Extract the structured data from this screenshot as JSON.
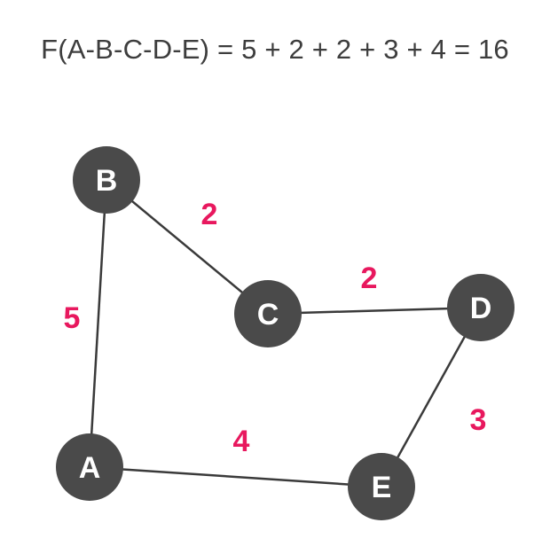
{
  "formula": "F(A-B-C-D-E) = 5 + 2 + 2 + 3 + 4 = 16",
  "colors": {
    "node_fill": "#4a4a4a",
    "node_text": "#ffffff",
    "edge": "#3a3a3a",
    "weight": "#e8185e",
    "formula_text": "#3d3d3d"
  },
  "nodes": [
    {
      "id": "B",
      "label": "B"
    },
    {
      "id": "C",
      "label": "C"
    },
    {
      "id": "D",
      "label": "D"
    },
    {
      "id": "A",
      "label": "A"
    },
    {
      "id": "E",
      "label": "E"
    }
  ],
  "edges": [
    {
      "from": "B",
      "to": "A",
      "weight": "5"
    },
    {
      "from": "B",
      "to": "C",
      "weight": "2"
    },
    {
      "from": "C",
      "to": "D",
      "weight": "2"
    },
    {
      "from": "D",
      "to": "E",
      "weight": "3"
    },
    {
      "from": "A",
      "to": "E",
      "weight": "4"
    }
  ]
}
